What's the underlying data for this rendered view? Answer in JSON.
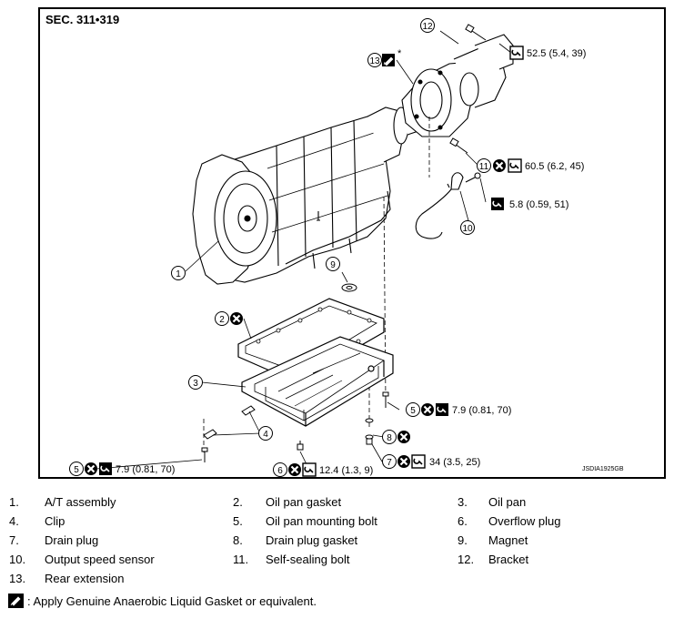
{
  "diagram": {
    "section": "SEC. 311•319",
    "code": "JSDIA1925GB",
    "callouts": [
      "1",
      "2",
      "3",
      "4",
      "5",
      "6",
      "7",
      "8",
      "9",
      "10",
      "11",
      "12",
      "13"
    ],
    "torques": {
      "bracket_bolt": "52.5 (5.4, 39)",
      "self_sealing_bolt": "60.5 (6.2, 45)",
      "sensor_bolt": "5.8 (0.59, 51)",
      "pan_bolt_right": "7.9 (0.81, 70)",
      "pan_bolt_left": "7.9 (0.81, 70)",
      "overflow_plug": "12.4 (1.3, 9)",
      "drain_plug": "34 (3.5, 25)"
    },
    "star_mark": "*"
  },
  "legend": {
    "items": [
      {
        "num": "1.",
        "label": "A/T assembly"
      },
      {
        "num": "2.",
        "label": "Oil pan gasket"
      },
      {
        "num": "3.",
        "label": "Oil pan"
      },
      {
        "num": "4.",
        "label": "Clip"
      },
      {
        "num": "5.",
        "label": "Oil pan mounting bolt"
      },
      {
        "num": "6.",
        "label": "Overflow plug"
      },
      {
        "num": "7.",
        "label": "Drain plug"
      },
      {
        "num": "8.",
        "label": "Drain plug gasket"
      },
      {
        "num": "9.",
        "label": "Magnet"
      },
      {
        "num": "10.",
        "label": "Output speed sensor"
      },
      {
        "num": "11.",
        "label": "Self-sealing bolt"
      },
      {
        "num": "12.",
        "label": "Bracket"
      },
      {
        "num": "13.",
        "label": "Rear extension"
      }
    ],
    "note": ": Apply Genuine Anaerobic Liquid Gasket or equivalent."
  }
}
